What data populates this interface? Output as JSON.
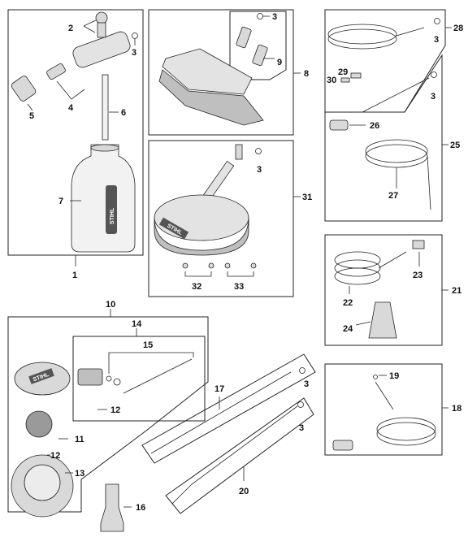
{
  "brand": {
    "logo_text": "STIHL"
  },
  "callouts": {
    "c1": "1",
    "c2": "2",
    "c3": "3",
    "c4": "4",
    "c5": "5",
    "c6": "6",
    "c7": "7",
    "c8": "8",
    "c9": "9",
    "c10": "10",
    "c11": "11",
    "c12": "12",
    "c13": "13",
    "c14": "14",
    "c15": "15",
    "c16": "16",
    "c17": "17",
    "c18": "18",
    "c19": "19",
    "c20": "20",
    "c21": "21",
    "c22": "22",
    "c23": "23",
    "c24": "24",
    "c25": "25",
    "c26": "26",
    "c27": "27",
    "c28": "28",
    "c29": "29",
    "c30": "30",
    "c31": "31",
    "c32": "32",
    "c33": "33"
  },
  "colors": {
    "line": "#222222",
    "part_fill": "#d9d9d9",
    "dark_fill": "#555555",
    "background": "#ffffff"
  }
}
